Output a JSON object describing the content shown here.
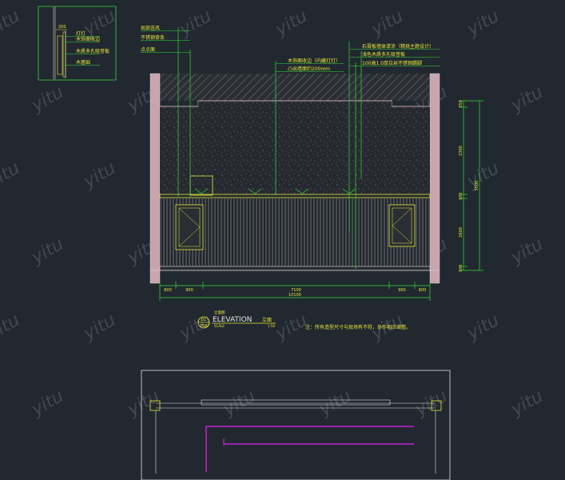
{
  "colors": {
    "background": "#212830",
    "leader": "#33dd33",
    "label": "#e9e93a",
    "wall": "#c9a4ad",
    "plan_accent": "#c020d0",
    "outline": "#e0e0e0"
  },
  "watermark": "yitu",
  "detail_callouts": [
    "灯灯",
    "木饰面收边",
    "木质多孔吸音板",
    "木基础"
  ],
  "detail_dimension": "200",
  "left_callouts": [
    "局部送风",
    "不锈钢背条",
    "点点面"
  ],
  "center_callouts": [
    "木饰面收边（内藏灯灯）",
    "凸出墙面约200mm"
  ],
  "right_callouts": [
    "石膏板墙体漆涂（精挑主题设计）",
    "浅色木质多孔吸音板",
    "100高1.0厚拉丝不锈钢踢脚"
  ],
  "right_dimensions": [
    "250",
    "2300",
    "100",
    "2600",
    "100",
    "5500"
  ],
  "bottom_dimensions": [
    "600",
    "900",
    "7100",
    "900",
    "600"
  ],
  "bottom_total": "10100",
  "title": {
    "marker_top": "01",
    "marker_bottom": "P06",
    "small_caption": "立面图",
    "heading": "ELEVATION",
    "heading_cn": "立面",
    "scale_label": "SCALE",
    "scale_value": "1:50"
  },
  "note": "注：所有造型尺寸与现场有不符，协作相应调整。"
}
